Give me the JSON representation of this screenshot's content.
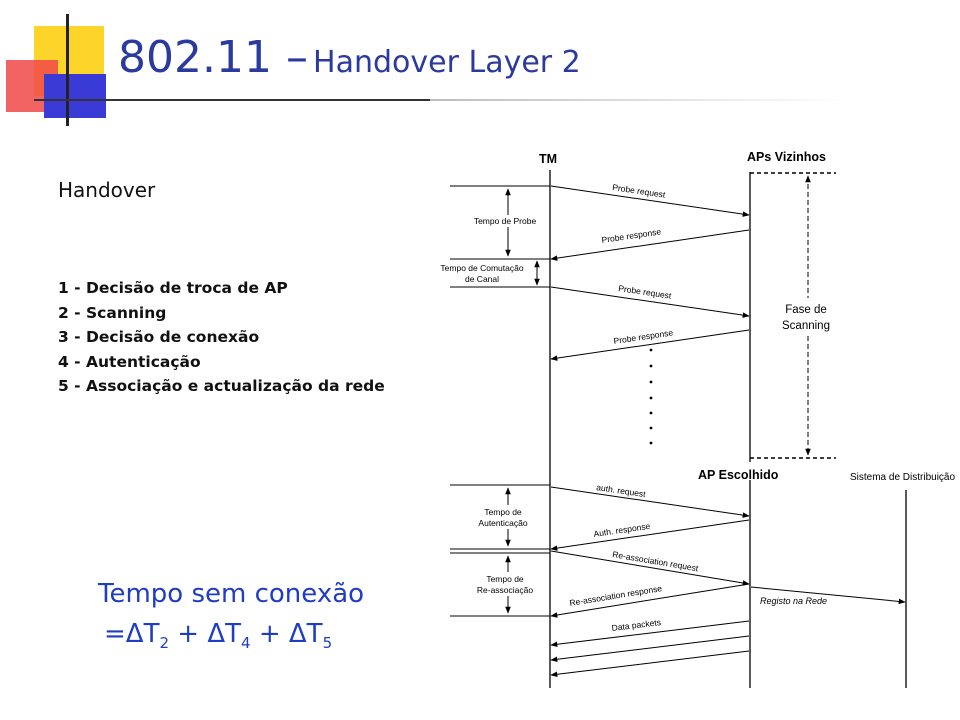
{
  "slide": {
    "title_main": "802.11 –",
    "title_sub": "Handover Layer 2",
    "subtitle": "Handover",
    "steps": [
      "1 - Decisão de troca de AP",
      "2 - Scanning",
      "3 - Decisão de conexão",
      "4 - Autenticação",
      "5 - Associação e actualização da rede"
    ],
    "no_connection": {
      "label": "Tempo sem conexão",
      "equals": "=",
      "delta": "ΔT",
      "plus": " + ",
      "sub_2": "2",
      "sub_4": "4",
      "sub_5": "5"
    }
  },
  "diagram": {
    "entities": {
      "tm": "TM",
      "aps_vizinhos": "APs Vizinhos",
      "ap_escolhido": "AP Escolhido",
      "sistema": "Sistema de Distribuição"
    },
    "messages": {
      "probe_request": "Probe request",
      "probe_response": "Probe response",
      "auth_request": "auth. request",
      "auth_response": "Auth. response",
      "reassoc_request": "Re-association request",
      "reassoc_response": "Re-association response",
      "registo": "Registo na Rede",
      "data_packets": "Data packets"
    },
    "intervals": {
      "probe_1": "Tempo de Probe",
      "switch_1": "Tempo de Comutação",
      "switch_2": "de Canal",
      "auth_1": "Tempo de",
      "auth_2": "Autenticação",
      "reassoc_1": "Tempo de",
      "reassoc_2": "Re-associação"
    },
    "phase": {
      "line1": "Fase de",
      "line2": "Scanning"
    }
  },
  "colors": {
    "title": "#2b3a9e",
    "highlight_text": "#1f3cc4",
    "deco_yellow": "#fcd42a",
    "deco_red": "#ee3b3b",
    "deco_blue": "#3a3ad6"
  }
}
